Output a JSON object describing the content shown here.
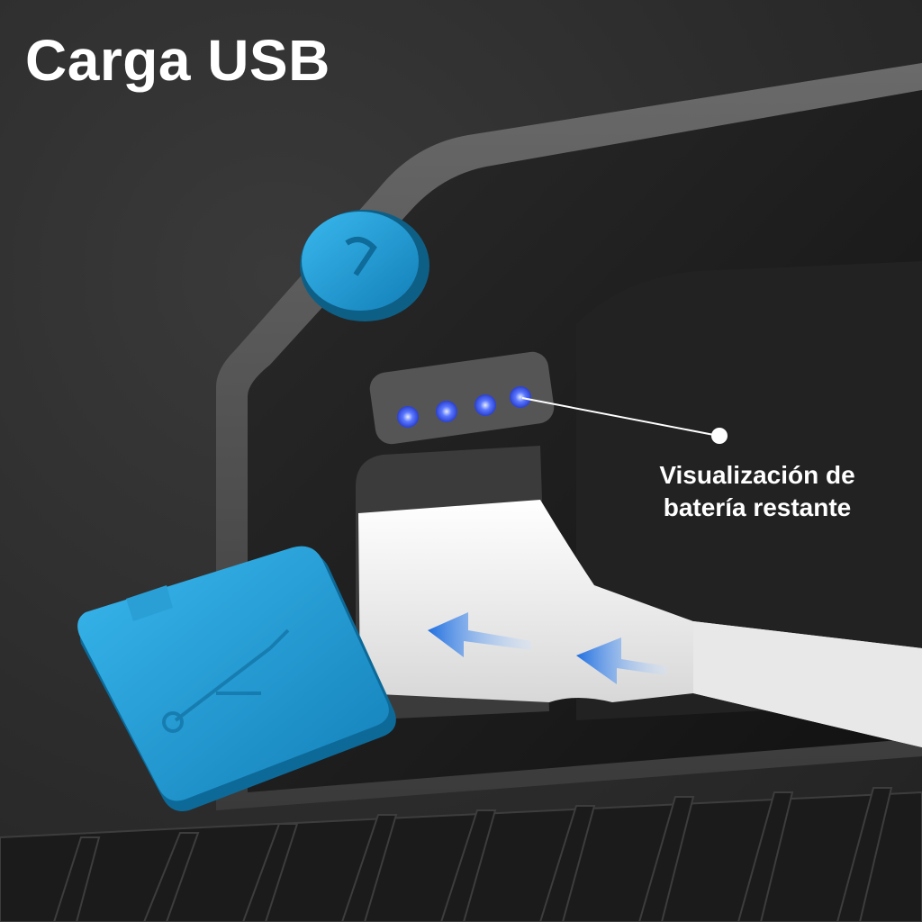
{
  "header": {
    "title": "Carga USB"
  },
  "callout": {
    "line1": "Visualización de",
    "line2": "batería restante"
  },
  "product": {
    "battery_leds": {
      "count": 4,
      "lit": 4,
      "color": "#3f5cff"
    },
    "power_button_color": "#1ea0d8",
    "usb_cap_color": "#1ea0d8",
    "body_color": "#1a1a1a",
    "cable_color": "#f2f2f2",
    "arrow_color": "#1f6fe0"
  }
}
